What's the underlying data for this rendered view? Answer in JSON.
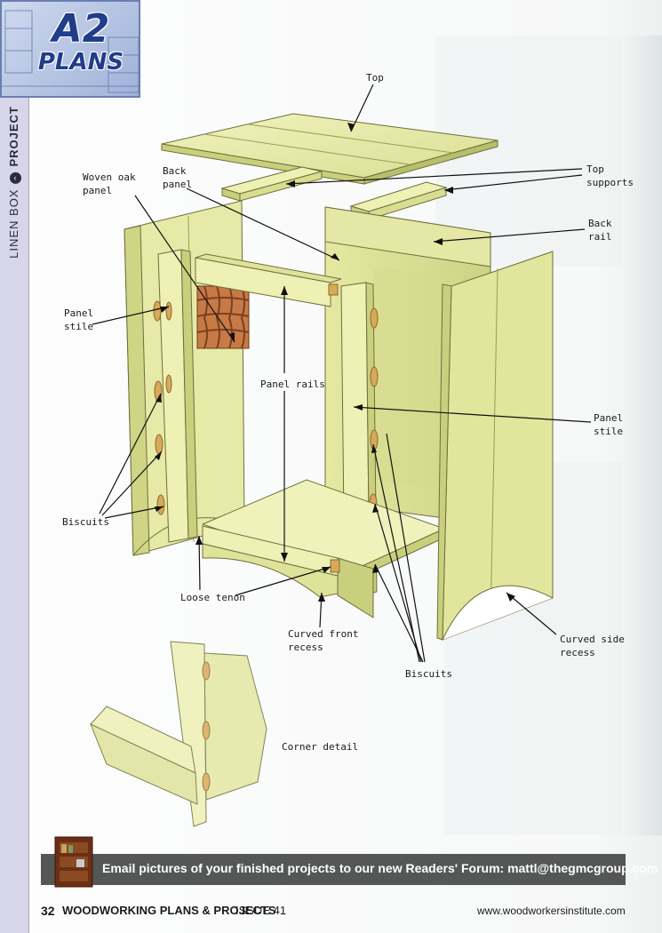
{
  "series_badge": {
    "big": "A2",
    "small": "PLANS"
  },
  "sidebar": {
    "topic": "LINEN BOX",
    "category": "PROJECT",
    "chevron": "‹"
  },
  "callouts": {
    "top": "Top",
    "top_supports": "Top\nsupports",
    "back_panel": "Back\npanel",
    "woven_oak_panel": "Woven oak\npanel",
    "back_rail": "Back\nrail",
    "panel_stile_left": "Panel\nstile",
    "panel_rails": "Panel rails",
    "panel_stile_right": "Panel\nstile",
    "biscuits_left": "Biscuits",
    "loose_tenon": "Loose tenon",
    "curved_front_recess": "Curved front\nrecess",
    "curved_side_recess": "Curved side\nrecess",
    "biscuits_bottom": "Biscuits",
    "corner_detail": "Corner detail"
  },
  "footer": {
    "banner": "Email pictures of your finished projects to our new Readers' Forum: mattl@thegmcgroup.com",
    "page_number": "32",
    "publication": "WOODWORKING PLANS & PROJECTS",
    "issue": "ISSUE 41",
    "website": "www.woodworkersinstitute.com"
  },
  "colors": {
    "wood_light": "#eef0b4",
    "wood_mid": "#dfe39a",
    "wood_dark": "#c9cf7c",
    "woven_oak": "#c77a45",
    "sidebar": "#d7d5e8",
    "badge_blue": "#1f3d8a",
    "footer_band": "#555757"
  }
}
